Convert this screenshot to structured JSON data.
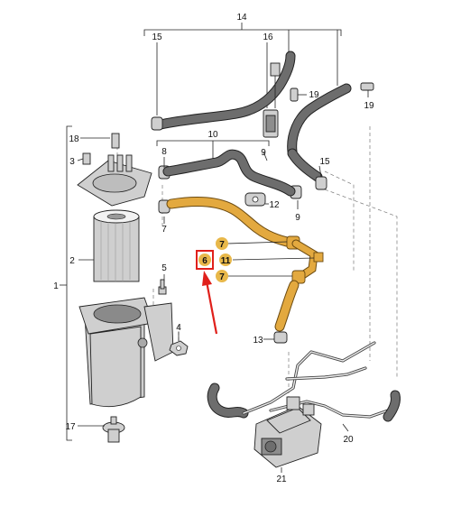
{
  "callouts": [
    {
      "id": "c14",
      "text": "14"
    },
    {
      "id": "c15a",
      "text": "15"
    },
    {
      "id": "c16",
      "text": "16"
    },
    {
      "id": "c19a",
      "text": "19"
    },
    {
      "id": "c19b",
      "text": "19"
    },
    {
      "id": "c18",
      "text": "18"
    },
    {
      "id": "c3",
      "text": "3"
    },
    {
      "id": "c10",
      "text": "10"
    },
    {
      "id": "c8",
      "text": "8"
    },
    {
      "id": "c9a",
      "text": "9"
    },
    {
      "id": "c15b",
      "text": "15"
    },
    {
      "id": "c12",
      "text": "12"
    },
    {
      "id": "c9b",
      "text": "9"
    },
    {
      "id": "c7a",
      "text": "7"
    },
    {
      "id": "c2",
      "text": "2"
    },
    {
      "id": "c1",
      "text": "1"
    },
    {
      "id": "c5",
      "text": "5"
    },
    {
      "id": "c4",
      "text": "4"
    },
    {
      "id": "c13",
      "text": "13"
    },
    {
      "id": "c17",
      "text": "17"
    },
    {
      "id": "c20",
      "text": "20"
    },
    {
      "id": "c21",
      "text": "21"
    }
  ],
  "highlighted": [
    {
      "id": "h7a",
      "text": "7"
    },
    {
      "id": "h6",
      "text": "6"
    },
    {
      "id": "h11",
      "text": "11"
    },
    {
      "id": "h7b",
      "text": "7"
    }
  ],
  "colors": {
    "highlight_fill": "#e8b84a",
    "highlight_box": "#e0201b",
    "arrow": "#e0201b",
    "hose_yellow": "#e3a93f"
  }
}
